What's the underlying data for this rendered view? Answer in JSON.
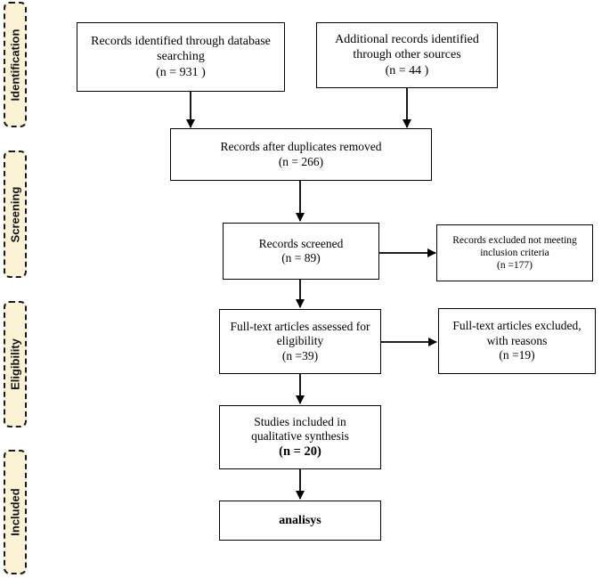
{
  "phases": {
    "identification": "Identification",
    "screening": "Screening",
    "eligibility": "Eligibility",
    "included": "Included"
  },
  "boxes": {
    "database": {
      "line1": "Records identified through database",
      "line2": "searching",
      "count": "(n = 931 )"
    },
    "other_sources": {
      "line1": "Additional records identified",
      "line2": "through other sources",
      "count": "(n = 44 )"
    },
    "duplicates_removed": {
      "line1": "Records after duplicates removed",
      "count": "(n = 266)"
    },
    "screened": {
      "line1": "Records screened",
      "count": "(n = 89)"
    },
    "excluded_screening": {
      "line1": "Records excluded not meeting",
      "line2": "inclusion criteria",
      "count": "(n =177)"
    },
    "fulltext_assessed": {
      "line1": "Full-text articles assessed for",
      "line2": "eligibility",
      "count": "(n =39)"
    },
    "fulltext_excluded": {
      "line1": "Full-text articles excluded,",
      "line2": "with reasons",
      "count": "(n =19)"
    },
    "qualitative": {
      "line1": "Studies included in",
      "line2": "qualitative synthesis",
      "count": "(n =   20)"
    },
    "analysis": {
      "label": "analisys"
    }
  },
  "colors": {
    "phase_fill": "#fcf3d6",
    "stroke": "#000000"
  }
}
